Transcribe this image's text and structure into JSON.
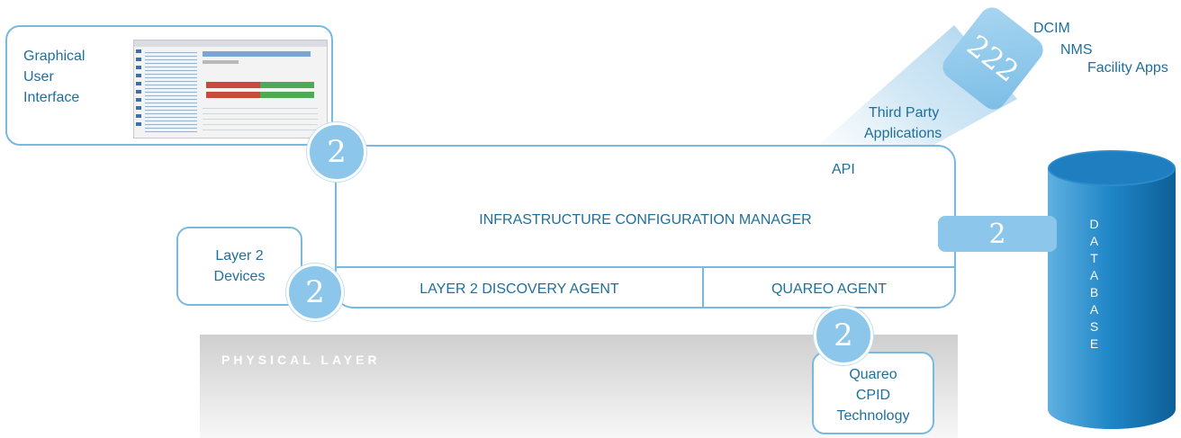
{
  "gui": {
    "label_lines": [
      "Graphical",
      "User",
      "Interface"
    ]
  },
  "icm": {
    "title": "INFRASTRUCTURE CONFIGURATION MANAGER",
    "discovery_agent": "LAYER 2 DISCOVERY AGENT",
    "quareo_agent": "QUAREO AGENT",
    "api": "API"
  },
  "layer2_devices": {
    "label_lines": [
      "Layer 2",
      "Devices"
    ]
  },
  "third_party": {
    "label_lines": [
      "Third Party",
      "Applications"
    ],
    "apps": [
      "DCIM",
      "NMS",
      "Facility Apps"
    ]
  },
  "database": {
    "letters": [
      "D",
      "A",
      "T",
      "A",
      "B",
      "A",
      "S",
      "E"
    ]
  },
  "physical_layer": {
    "label": "PHYSICAL LAYER"
  },
  "quareo_cpid": {
    "label_lines": [
      "Quareo",
      "CPID",
      "Technology"
    ]
  },
  "connectors": {
    "gui": "2",
    "layer2": "2",
    "quareo": "2",
    "database": "2",
    "third_party": "222"
  },
  "colors": {
    "accent": "#79b8df",
    "connector_fill": "#8cc6ea",
    "text": "#1f6f9a",
    "database": "#1e7fbf",
    "physical_layer": "#d8d8d8"
  }
}
